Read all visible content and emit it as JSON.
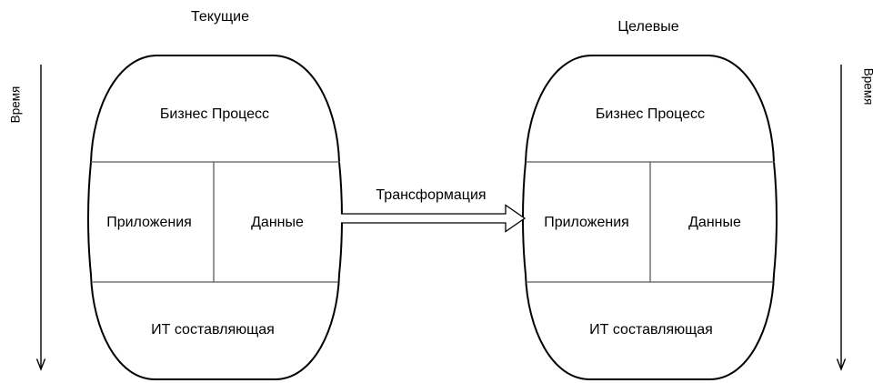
{
  "left_group": {
    "title": "Текущие",
    "axis_label": "Время",
    "sections": {
      "business": "Бизнес Процесс",
      "applications": "Приложения",
      "data": "Данные",
      "it": "ИТ составляющая"
    }
  },
  "right_group": {
    "title": "Целевые",
    "axis_label": "Время",
    "sections": {
      "business": "Бизнес Процесс",
      "applications": "Приложения",
      "data": "Данные",
      "it": "ИТ составляющая"
    }
  },
  "transform_arrow": {
    "label": "Трансформация"
  },
  "colors": {
    "background": "#ffffff",
    "outline": "#000000",
    "divider": "#5a5a5a",
    "text": "#000000"
  }
}
